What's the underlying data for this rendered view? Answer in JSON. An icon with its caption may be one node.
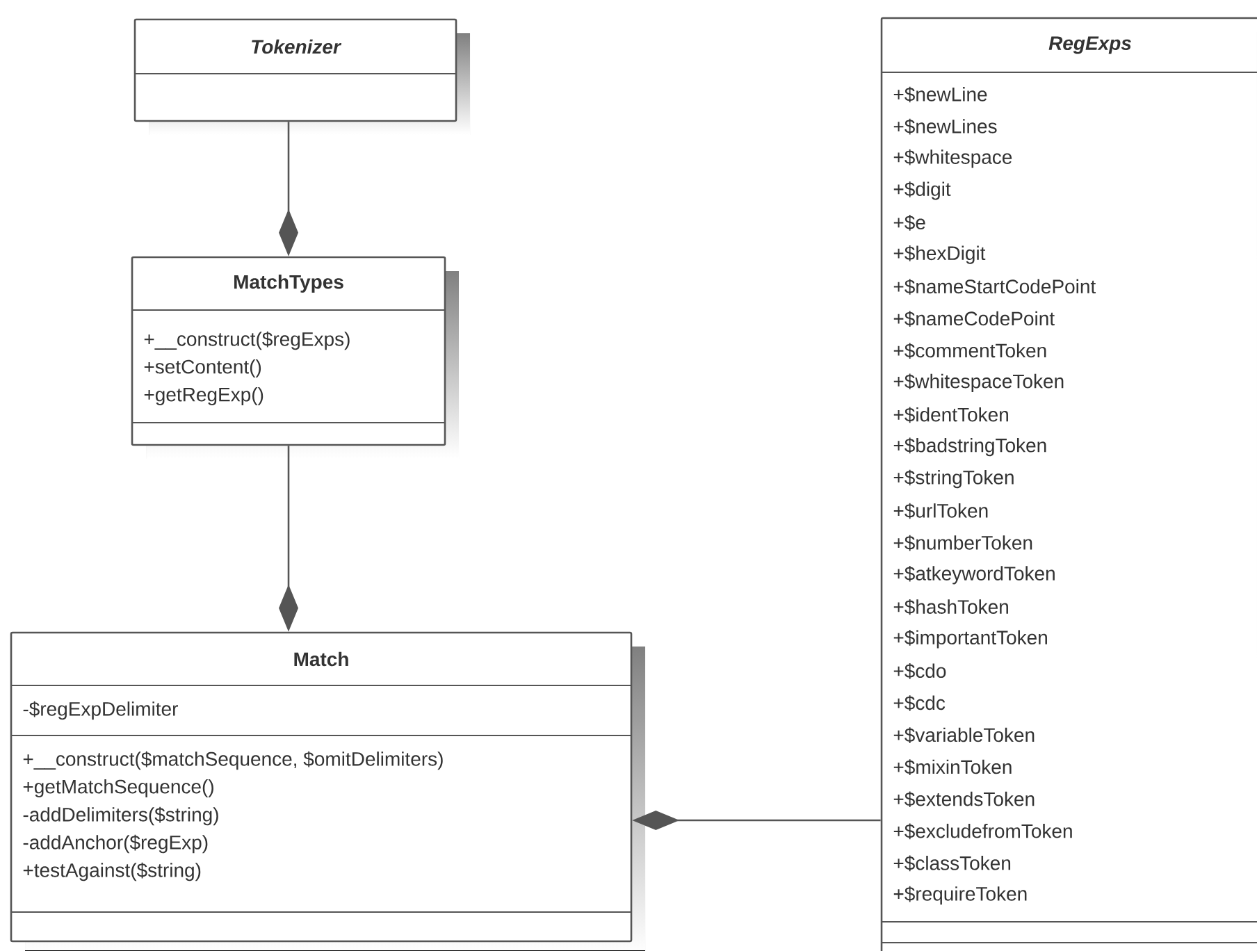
{
  "diagram": {
    "nodes": [
      {
        "text": [
          "Tokenizer"
        ]
      },
      {
        "text": [
          "MatchTypes",
          "+__construct($regExps)",
          "+setContent()",
          "+getRegExp()"
        ]
      },
      {
        "text": [
          "Match",
          "-$regExpDelimiter",
          "+__construct($matchSequence, $omitDelimiters)",
          "+getMatchSequence()",
          "-addDelimiters($string)",
          "-addAnchor($regExp)",
          "+testAgainst($string)"
        ]
      },
      {
        "text": [
          "RegExps",
          "+$newLine",
          "+$newLines",
          "+$whitespace",
          "+$digit",
          "+$e",
          "+$hexDigit",
          "+$nameStartCodePoint",
          "+$nameCodePoint",
          "+$commentToken",
          "+$whitespaceToken",
          "+$identToken",
          "+$badstringToken",
          "+$stringToken",
          "+$urlToken",
          "+$numberToken",
          "+$atkeywordToken",
          "+$hashToken",
          "+$importantToken",
          "+$cdo",
          "+$cdc",
          "+$variableToken",
          "+$mixinToken",
          "+$extendsToken",
          "+$excludefromToken",
          "+$classToken",
          "+$requireToken"
        ]
      }
    ],
    "edges": [
      {
        "from": 0,
        "to": 1,
        "arrow": "other"
      },
      {
        "from": 1,
        "to": 2,
        "arrow": "other"
      },
      {
        "from": 3,
        "to": 2,
        "arrow": "other"
      }
    ]
  }
}
